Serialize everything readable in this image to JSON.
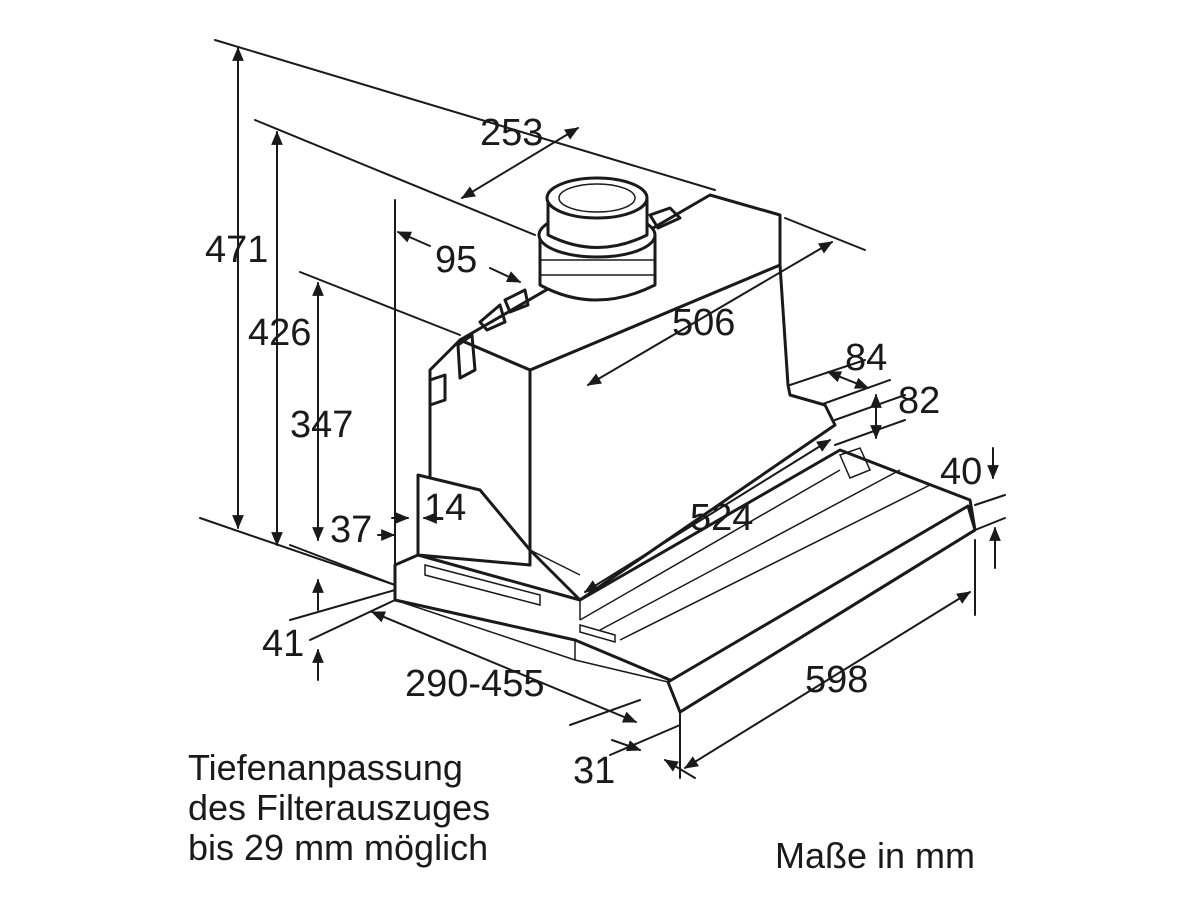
{
  "dimensions": {
    "overall_height": "471",
    "body_height": "426",
    "chimney_height": "347",
    "outlet_depth": "253",
    "outlet_offset": "95",
    "body_width": "506",
    "slide_depth_84": "84",
    "slide_height_82": "82",
    "front_height": "40",
    "side_14": "14",
    "side_37": "37",
    "bottom_41": "41",
    "depth_range": "290-455",
    "filter_depth": "524",
    "width": "598",
    "front_offset": "31"
  },
  "notes": {
    "line1": "Tiefenanpassung",
    "line2": "des Filterauszuges",
    "line3": "bis 29 mm möglich",
    "units": "Maße in mm"
  }
}
